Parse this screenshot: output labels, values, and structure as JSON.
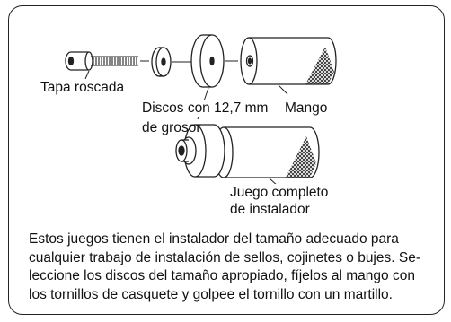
{
  "labels": {
    "tapa_roscada": "Tapa roscada",
    "discos_line1": "Discos con 12,7 mm",
    "discos_line2": "de grosor",
    "mango": "Mango",
    "juego_line1": "Juego completo",
    "juego_line2": "de instalador"
  },
  "description": [
    "Estos juegos tienen el instalador del tamaño adecuado para",
    "cualquier trabajo de instalación de sellos, cojinetes o bujes. Se-",
    "leccione los discos del tamaño apropiado, fíjelos al mango con",
    "los tornillos de casquete y golpee el tornillo con un martillo."
  ]
}
